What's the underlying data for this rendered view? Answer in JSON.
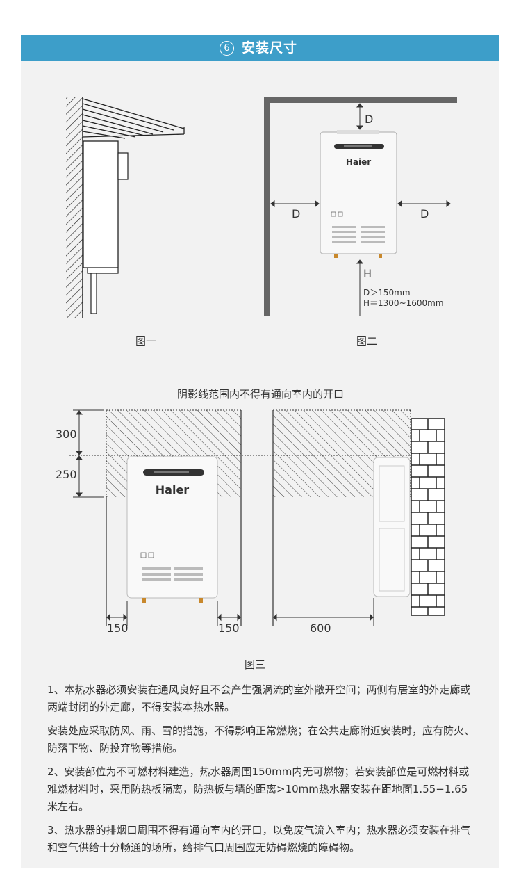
{
  "header": {
    "number": "6",
    "title": "安装尺寸"
  },
  "figure1": {
    "caption": "图一"
  },
  "figure2": {
    "caption": "图二",
    "label_d_top": "D",
    "label_d_left": "D",
    "label_d_right": "D",
    "label_h": "H",
    "spec_d": "D＞150mm",
    "spec_h": "H＝1300~1600mm",
    "brand": "Haier"
  },
  "figure3": {
    "caption": "图三",
    "note": "阴影线范围内不得有通向室内的开口",
    "dim_300": "300",
    "dim_250": "250",
    "dim_150_left": "150",
    "dim_150_right": "150",
    "dim_600": "600",
    "brand": "Haier"
  },
  "paragraphs": [
    "1、本热水器必须安装在通风良好且不会产生强涡流的室外敞开空间；两侧有居室的外走廊或两端封闭的外走廊，不得安装本热水器。",
    "安装处应采取防风、雨、雪的措施，不得影响正常燃烧；在公共走廊附近安装时，应有防火、防落下物、防投弃物等措施。",
    "2、安装部位为不可燃材料建造，热水器周围150mm内无可燃物；若安装部位是可燃材料或难燃材料时，采用防热板隔离，防热板与墙的距离>10mm热水器安装在距地面1.55−1.65米左右。",
    "3、热水器的排烟口周围不得有通向室内的开口，以免废气流入室内；热水器必须安装在排气和空气供给十分畅通的场所，给排气口周围应无妨碍燃烧的障碍物。"
  ],
  "colors": {
    "header": "#3d9ec9",
    "panel": "#f2f2f2",
    "text": "#333333"
  }
}
